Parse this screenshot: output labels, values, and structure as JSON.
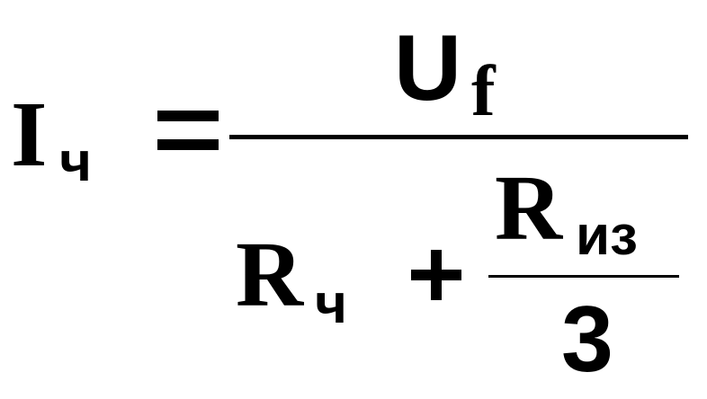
{
  "formula": {
    "lhs": {
      "symbol": "I",
      "subscript": "ч"
    },
    "equals": "=",
    "numerator": {
      "symbol": "U",
      "subscript": "f"
    },
    "denominator": {
      "term1": {
        "symbol": "R",
        "subscript": "ч"
      },
      "operator": "+",
      "inner_fraction": {
        "numerator": {
          "symbol": "R",
          "subscript": "из"
        },
        "denominator": "3"
      }
    }
  }
}
